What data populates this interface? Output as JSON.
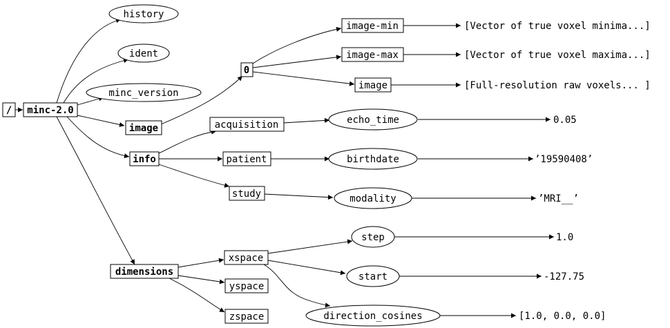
{
  "tree": {
    "root": "/",
    "minc": "minc-2.0",
    "history": "history",
    "ident": "ident",
    "minc_version": "minc_version",
    "image": "image",
    "image_zero": "0",
    "image_min": "image-min",
    "image_max": "image-max",
    "image_data": "image",
    "info": "info",
    "acquisition": "acquisition",
    "patient": "patient",
    "study": "study",
    "echo_time": "echo_time",
    "birthdate": "birthdate",
    "modality": "modality",
    "dimensions": "dimensions",
    "xspace": "xspace",
    "yspace": "yspace",
    "zspace": "zspace",
    "step": "step",
    "start": "start",
    "direction_cosines": "direction_cosines"
  },
  "values": {
    "image_min": "[Vector of true voxel minima...]",
    "image_max": "[Vector of true voxel maxima...]",
    "image_data": "[Full-resolution raw voxels... ]",
    "echo_time": "0.05",
    "birthdate": "’19590408’",
    "modality": "’MRI__’",
    "step": "1.0",
    "start": "-127.75",
    "direction_cosines": "[1.0, 0.0, 0.0]"
  }
}
